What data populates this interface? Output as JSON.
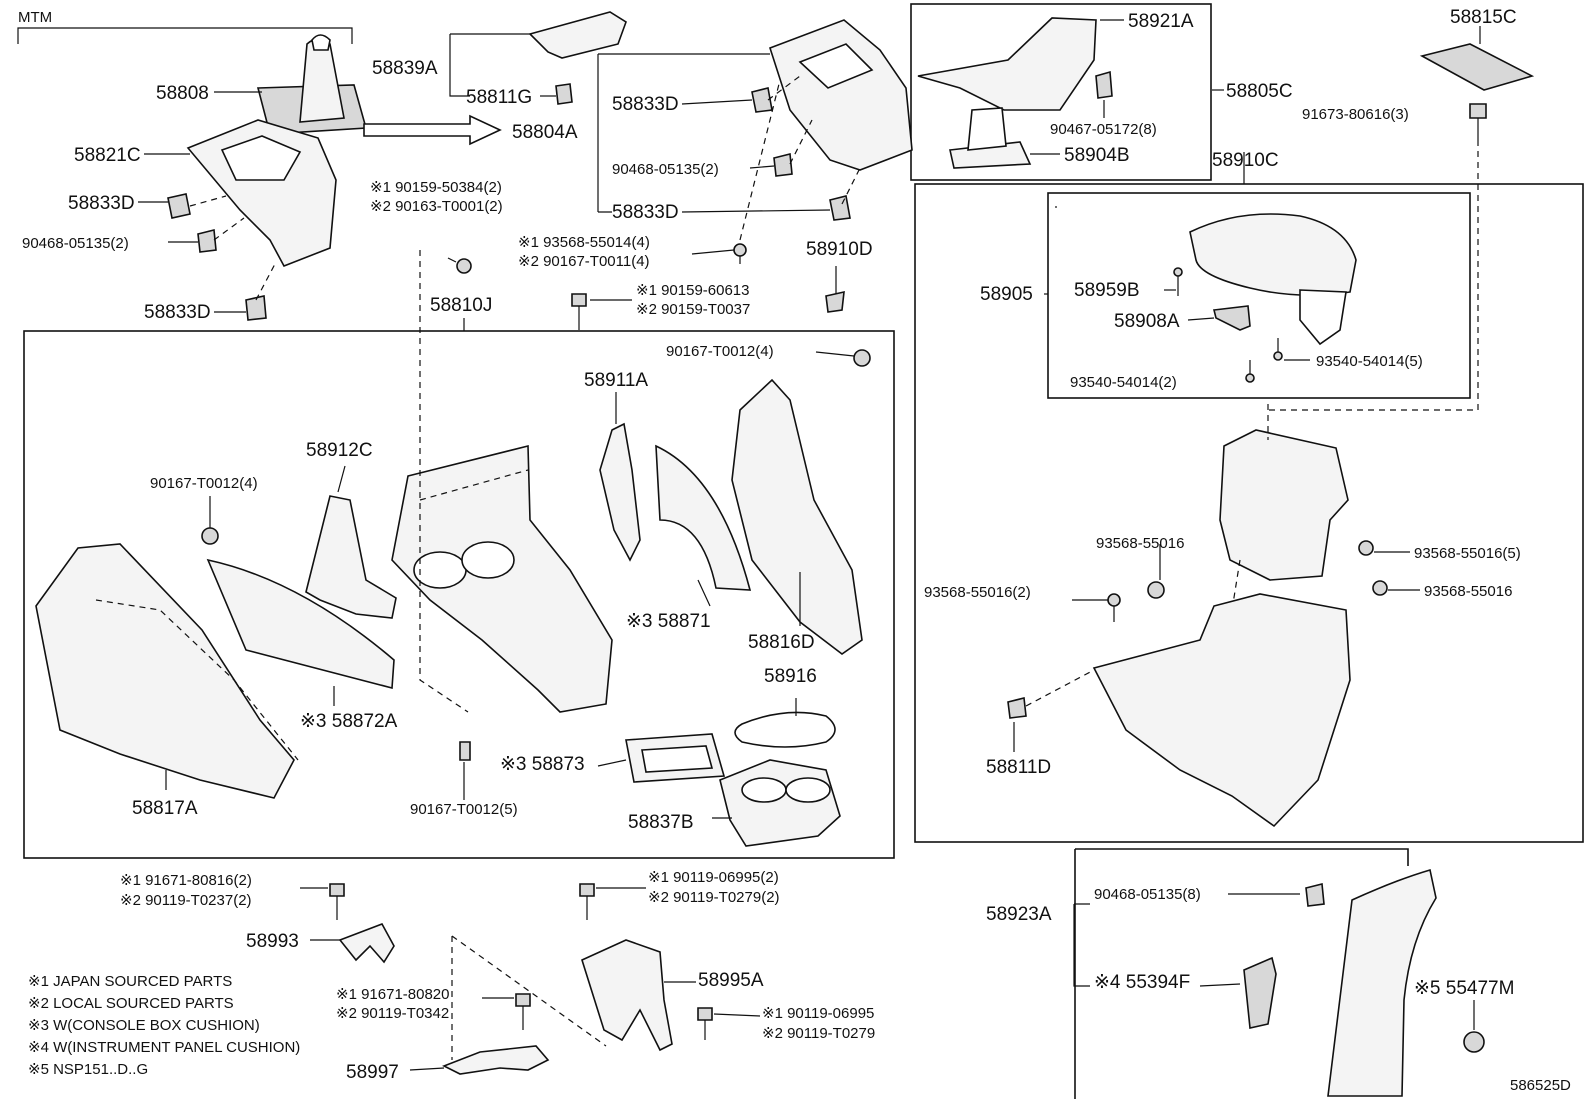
{
  "diagram": {
    "group_label": "MTM",
    "reference_code": "586525D",
    "parts": [
      {
        "id": "p58808",
        "label": "58808"
      },
      {
        "id": "p58821C",
        "label": "58821C"
      },
      {
        "id": "p58833D_a",
        "label": "58833D"
      },
      {
        "id": "p90468_a",
        "label": "90468-05135(2)"
      },
      {
        "id": "p58833D_b",
        "label": "58833D"
      },
      {
        "id": "p58839A",
        "label": "58839A"
      },
      {
        "id": "p58811G",
        "label": "58811G"
      },
      {
        "id": "p58804A",
        "label": "58804A"
      },
      {
        "id": "p58833D_c",
        "label": "58833D"
      },
      {
        "id": "p90468_b",
        "label": "90468-05135(2)"
      },
      {
        "id": "p58833D_d",
        "label": "58833D"
      },
      {
        "id": "p90159_a",
        "label": "※1 90159-50384(2)"
      },
      {
        "id": "p90163_a",
        "label": "※2 90163-T0001(2)"
      },
      {
        "id": "p93568_a",
        "label": "※1 93568-55014(4)"
      },
      {
        "id": "p90167_a",
        "label": "※2 90167-T0011(4)"
      },
      {
        "id": "p58910D",
        "label": "58910D"
      },
      {
        "id": "p58810J",
        "label": "58810J"
      },
      {
        "id": "p90159_b",
        "label": "※1 90159-60613"
      },
      {
        "id": "p90159_c",
        "label": "※2 90159-T0037"
      },
      {
        "id": "p90167_b",
        "label": "90167-T0012(4)"
      },
      {
        "id": "p58911A",
        "label": "58911A"
      },
      {
        "id": "p58912C",
        "label": "58912C"
      },
      {
        "id": "p90167_c",
        "label": "90167-T0012(4)"
      },
      {
        "id": "p58871",
        "label": "※3 58871"
      },
      {
        "id": "p58816D",
        "label": "58816D"
      },
      {
        "id": "p58916",
        "label": "58916"
      },
      {
        "id": "p58872A",
        "label": "※3 58872A"
      },
      {
        "id": "p58873",
        "label": "※3 58873"
      },
      {
        "id": "p58817A",
        "label": "58817A"
      },
      {
        "id": "p90167_d",
        "label": "90167-T0012(5)"
      },
      {
        "id": "p58837B",
        "label": "58837B"
      },
      {
        "id": "p58921A",
        "label": "58921A"
      },
      {
        "id": "p58805C",
        "label": "58805C"
      },
      {
        "id": "p90467",
        "label": "90467-05172(8)"
      },
      {
        "id": "p58904B",
        "label": "58904B"
      },
      {
        "id": "p58815C",
        "label": "58815C"
      },
      {
        "id": "p91673",
        "label": "91673-80616(3)"
      },
      {
        "id": "p58910C",
        "label": "58910C"
      },
      {
        "id": "p58905",
        "label": "58905"
      },
      {
        "id": "p58959B",
        "label": "58959B"
      },
      {
        "id": "p58908A",
        "label": "58908A"
      },
      {
        "id": "p93540_a",
        "label": "93540-54014(5)"
      },
      {
        "id": "p93540_b",
        "label": "93540-54014(2)"
      },
      {
        "id": "p93568_b",
        "label": "93568-55016"
      },
      {
        "id": "p93568_c",
        "label": "93568-55016(5)"
      },
      {
        "id": "p93568_d",
        "label": "93568-55016(2)"
      },
      {
        "id": "p93568_e",
        "label": "93568-55016"
      },
      {
        "id": "p58811D",
        "label": "58811D"
      },
      {
        "id": "p91671_a",
        "label": "※1 91671-80816(2)"
      },
      {
        "id": "p90119_a",
        "label": "※2 90119-T0237(2)"
      },
      {
        "id": "p58993",
        "label": "58993"
      },
      {
        "id": "p90119_b",
        "label": "※1 90119-06995(2)"
      },
      {
        "id": "p90119_c",
        "label": "※2 90119-T0279(2)"
      },
      {
        "id": "p58995A",
        "label": "58995A"
      },
      {
        "id": "p91671_b",
        "label": "※1 91671-80820"
      },
      {
        "id": "p90119_d",
        "label": "※2 90119-T0342"
      },
      {
        "id": "p90119_e",
        "label": "※1 90119-06995"
      },
      {
        "id": "p90119_f",
        "label": "※2 90119-T0279"
      },
      {
        "id": "p58997",
        "label": "58997"
      },
      {
        "id": "p58923A",
        "label": "58923A"
      },
      {
        "id": "p90468_c",
        "label": "90468-05135(8)"
      },
      {
        "id": "p55394F",
        "label": "※4 55394F"
      },
      {
        "id": "p55477M",
        "label": "※5 55477M"
      }
    ],
    "notes": [
      "※1 JAPAN SOURCED PARTS",
      "※2 LOCAL SOURCED PARTS",
      "※3 W(CONSOLE BOX CUSHION)",
      "※4 W(INSTRUMENT PANEL CUSHION)",
      "※5 NSP151..D..G"
    ]
  }
}
